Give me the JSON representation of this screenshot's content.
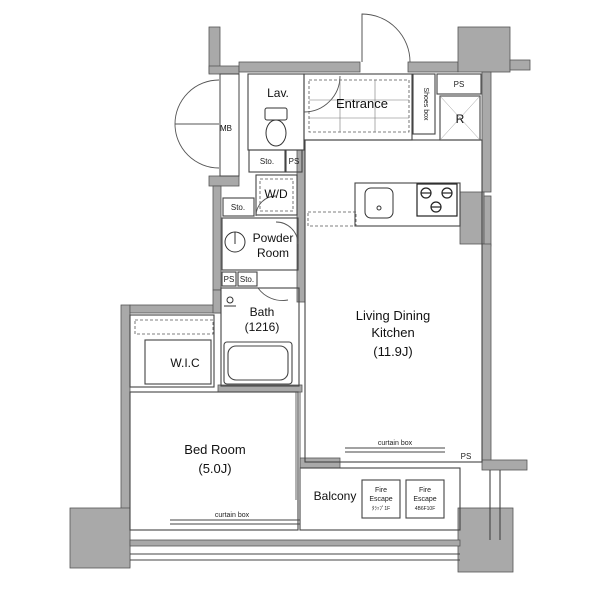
{
  "rooms": {
    "mb": "MB",
    "lav": "Lav.",
    "entrance": "Entrance",
    "shoes_box": "Shoes box",
    "ps": "PS",
    "r": "R",
    "sto": "Sto.",
    "wd": "W/D",
    "powder_line1": "Powder",
    "powder_line2": "Room",
    "bath_line1": "Bath",
    "bath_line2": "(1216)",
    "ldk_line1": "Living Dining",
    "ldk_line2": "Kitchen",
    "ldk_line3": "(11.9J)",
    "wic": "W.I.C",
    "bed_line1": "Bed Room",
    "bed_line2": "(5.0J)",
    "balcony": "Balcony",
    "curtain_box": "curtain box",
    "fire_escape_line1": "Fire",
    "fire_escape_line2": "Escape",
    "fire_escape_1_note": "ﾀﾗｯﾌﾟ1F",
    "fire_escape_2_note": "4B6F10F"
  }
}
